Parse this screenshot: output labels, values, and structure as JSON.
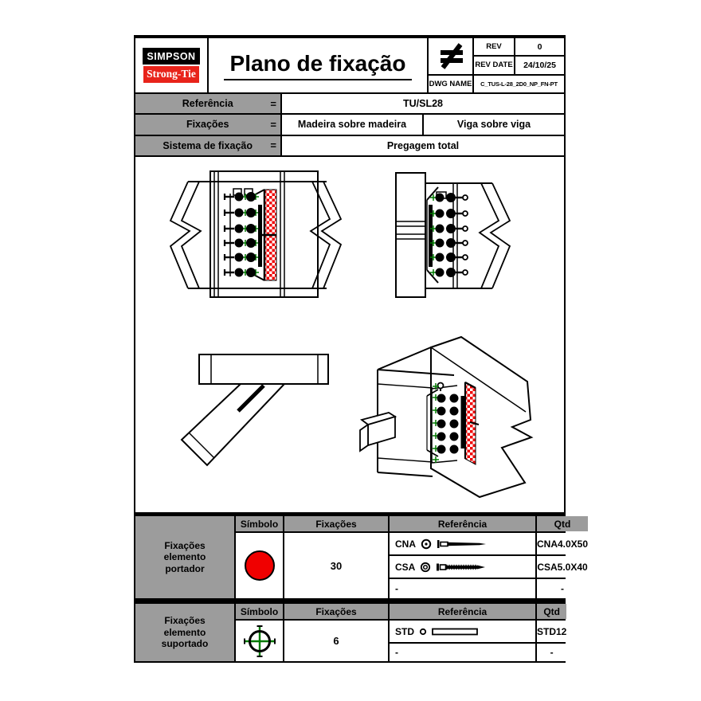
{
  "header": {
    "brand": {
      "simpson": "SIMPSON",
      "strongtie": "Strong-Tie"
    },
    "title": "Plano de fixação",
    "rev": {
      "label": "REV",
      "value": "0"
    },
    "rev_date": {
      "label": "REV DATE",
      "value": "24/10/25"
    },
    "dwg": {
      "label": "DWG NAME",
      "value": "C_TUS-L-28_2D0_NP_FN-PT"
    }
  },
  "info": {
    "rows": [
      {
        "label": "Referência",
        "eq": "=",
        "value": "TU/SL28"
      },
      {
        "label": "Fixações",
        "eq": "=",
        "value1": "Madeira sobre madeira",
        "value2": "Viga sobre viga"
      },
      {
        "label": "Sistema de fixação",
        "eq": "=",
        "value": "Pregagem total"
      }
    ]
  },
  "legend": {
    "headers": {
      "symbol": "Símbolo",
      "fixings": "Fixações",
      "reference": "Referência",
      "qty": "Qtd"
    },
    "carrier": {
      "label": "Fixações elemento portador",
      "rows": [
        {
          "code": "CNA",
          "reference": "CNA4.0X50"
        },
        {
          "code": "CSA",
          "reference": "CSA5.0X40"
        },
        {
          "code": "-",
          "reference": "-"
        }
      ],
      "qty": "30"
    },
    "supported": {
      "label": "Fixações elemento suportado",
      "rows": [
        {
          "code": "STD",
          "reference": "STD12"
        },
        {
          "code": "-",
          "reference": "-"
        }
      ],
      "qty": "6"
    }
  },
  "colors": {
    "accent_red": "#e8231a",
    "drawing_red": "#f00000",
    "drawing_green": "#007a00",
    "table_gray": "#9c9c9c"
  }
}
